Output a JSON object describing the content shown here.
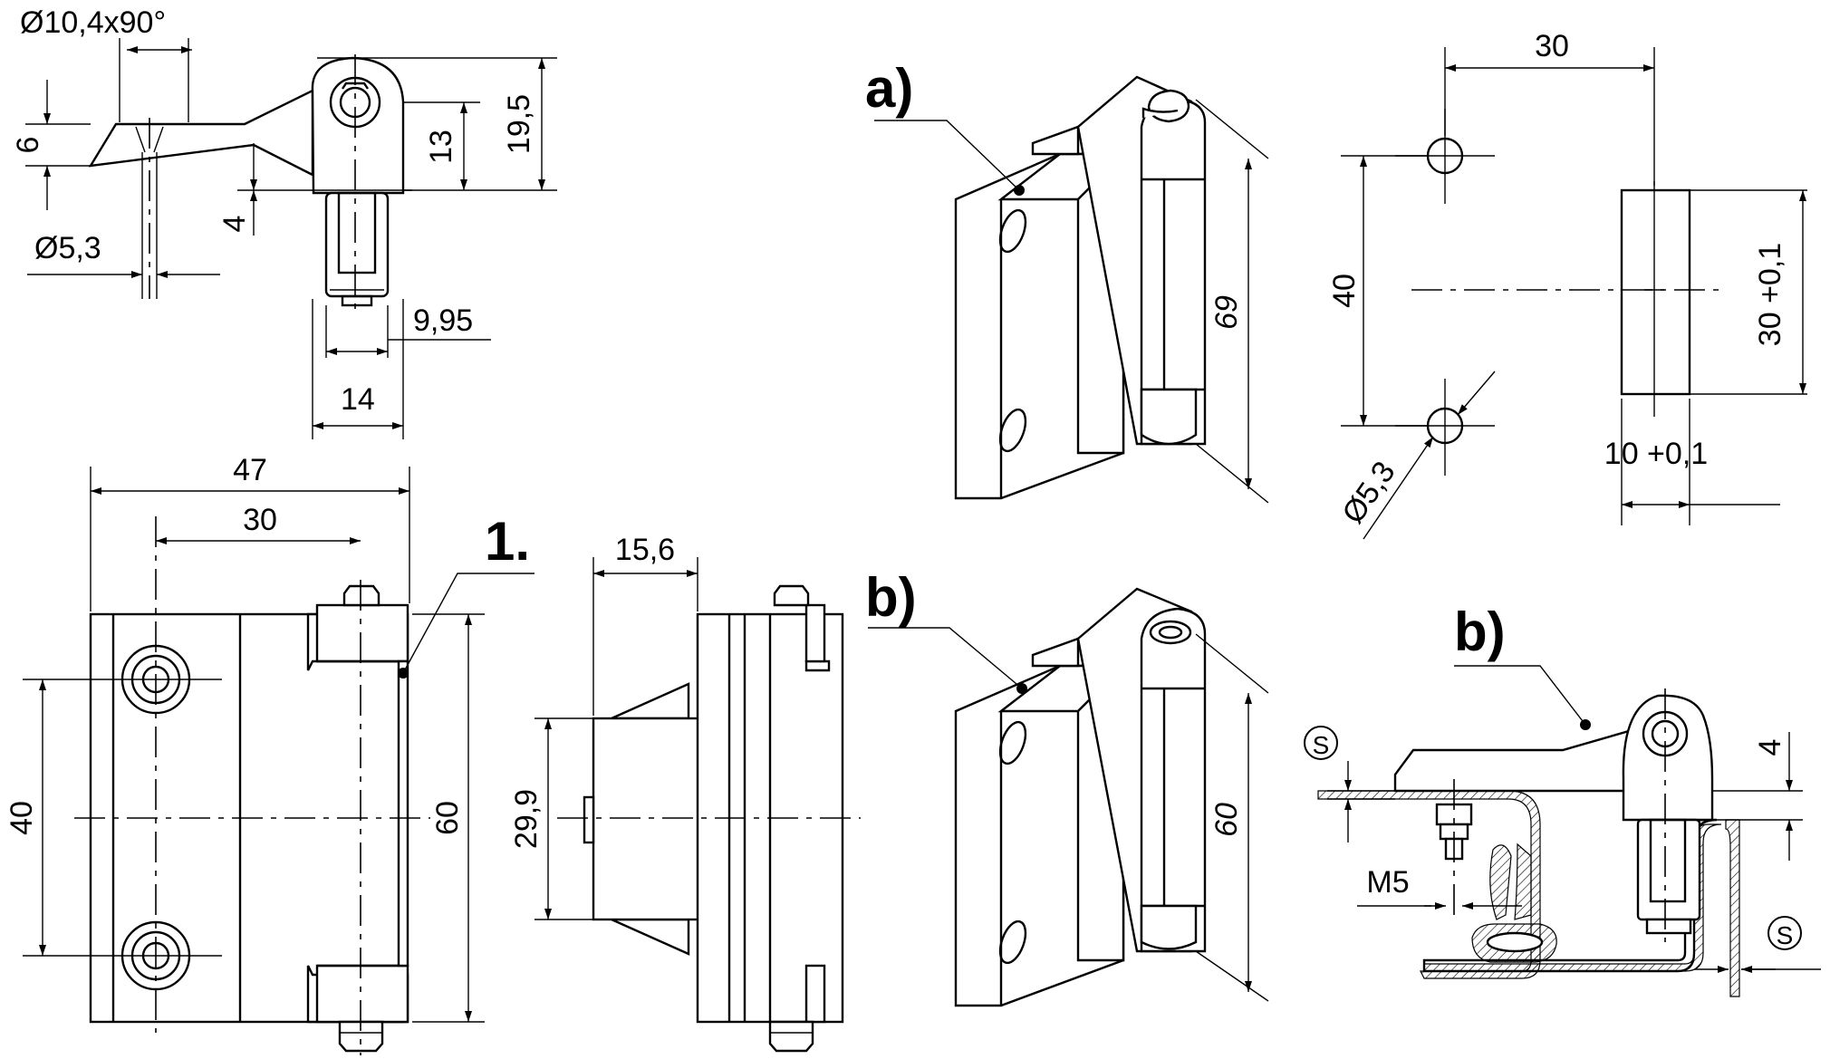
{
  "labels": {
    "callout_1": "1.",
    "variant_a": "a)",
    "variant_b_top": "b)",
    "variant_b_section": "b)",
    "section_marker_left": "S",
    "section_marker_right": "S"
  },
  "top_view": {
    "countersink": "Ø10,4x90°",
    "thickness": "6",
    "hole_diameter": "Ø5,3",
    "offset": "4",
    "pivot_height": "13",
    "total_height": "19,5",
    "pin_width": "9,95",
    "body_width": "14"
  },
  "front_view": {
    "overall_width": "47",
    "hole_spacing_h": "30",
    "hole_spacing_v": "40",
    "height": "60"
  },
  "side_view": {
    "depth": "15,6",
    "latch_height": "29,9"
  },
  "iso_a": {
    "height": "69"
  },
  "iso_b": {
    "height": "60"
  },
  "cutout": {
    "hole_pitch_h": "30",
    "hole_pitch_v": "40",
    "hole_diameter": "Ø5,3",
    "slot_height": "30 +0,1",
    "slot_width": "10 +0,1"
  },
  "section": {
    "thread": "M5",
    "offset": "4"
  }
}
